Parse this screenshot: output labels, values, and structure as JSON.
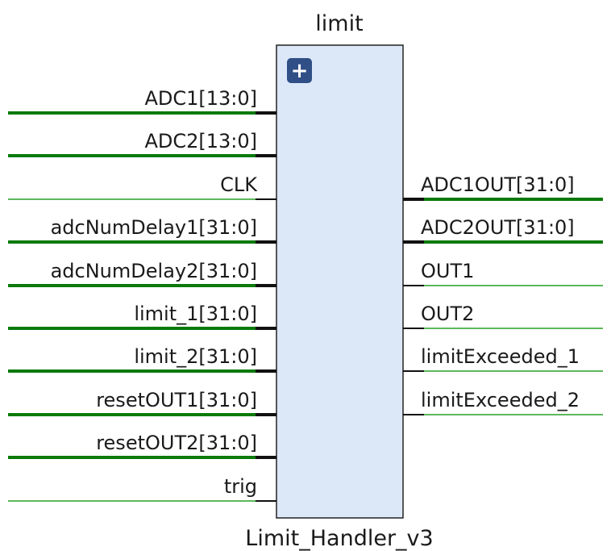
{
  "block": {
    "instance_name": "limit",
    "module_name": "Limit_Handler_v3",
    "expand_symbol": "+",
    "fill_color": "#dce8f8",
    "border_color": "#222222"
  },
  "colors": {
    "bus_wire": "#0a7a0a",
    "single_wire": "#5cb85c",
    "pin_stub": "#111111",
    "expand_button": "#2f4f86"
  },
  "input_ports": [
    {
      "name": "ADC1[13:0]",
      "bus": true
    },
    {
      "name": "ADC2[13:0]",
      "bus": true
    },
    {
      "name": "CLK",
      "bus": false
    },
    {
      "name": "adcNumDelay1[31:0]",
      "bus": true
    },
    {
      "name": "adcNumDelay2[31:0]",
      "bus": true
    },
    {
      "name": "limit_1[31:0]",
      "bus": true
    },
    {
      "name": "limit_2[31:0]",
      "bus": true
    },
    {
      "name": "resetOUT1[31:0]",
      "bus": true
    },
    {
      "name": "resetOUT2[31:0]",
      "bus": true
    },
    {
      "name": "trig",
      "bus": false
    }
  ],
  "output_ports": [
    {
      "name": "ADC1OUT[31:0]",
      "bus": true
    },
    {
      "name": "ADC2OUT[31:0]",
      "bus": true
    },
    {
      "name": "OUT1",
      "bus": false
    },
    {
      "name": "OUT2",
      "bus": false
    },
    {
      "name": "limitExceeded_1",
      "bus": false
    },
    {
      "name": "limitExceeded_2",
      "bus": false
    }
  ]
}
